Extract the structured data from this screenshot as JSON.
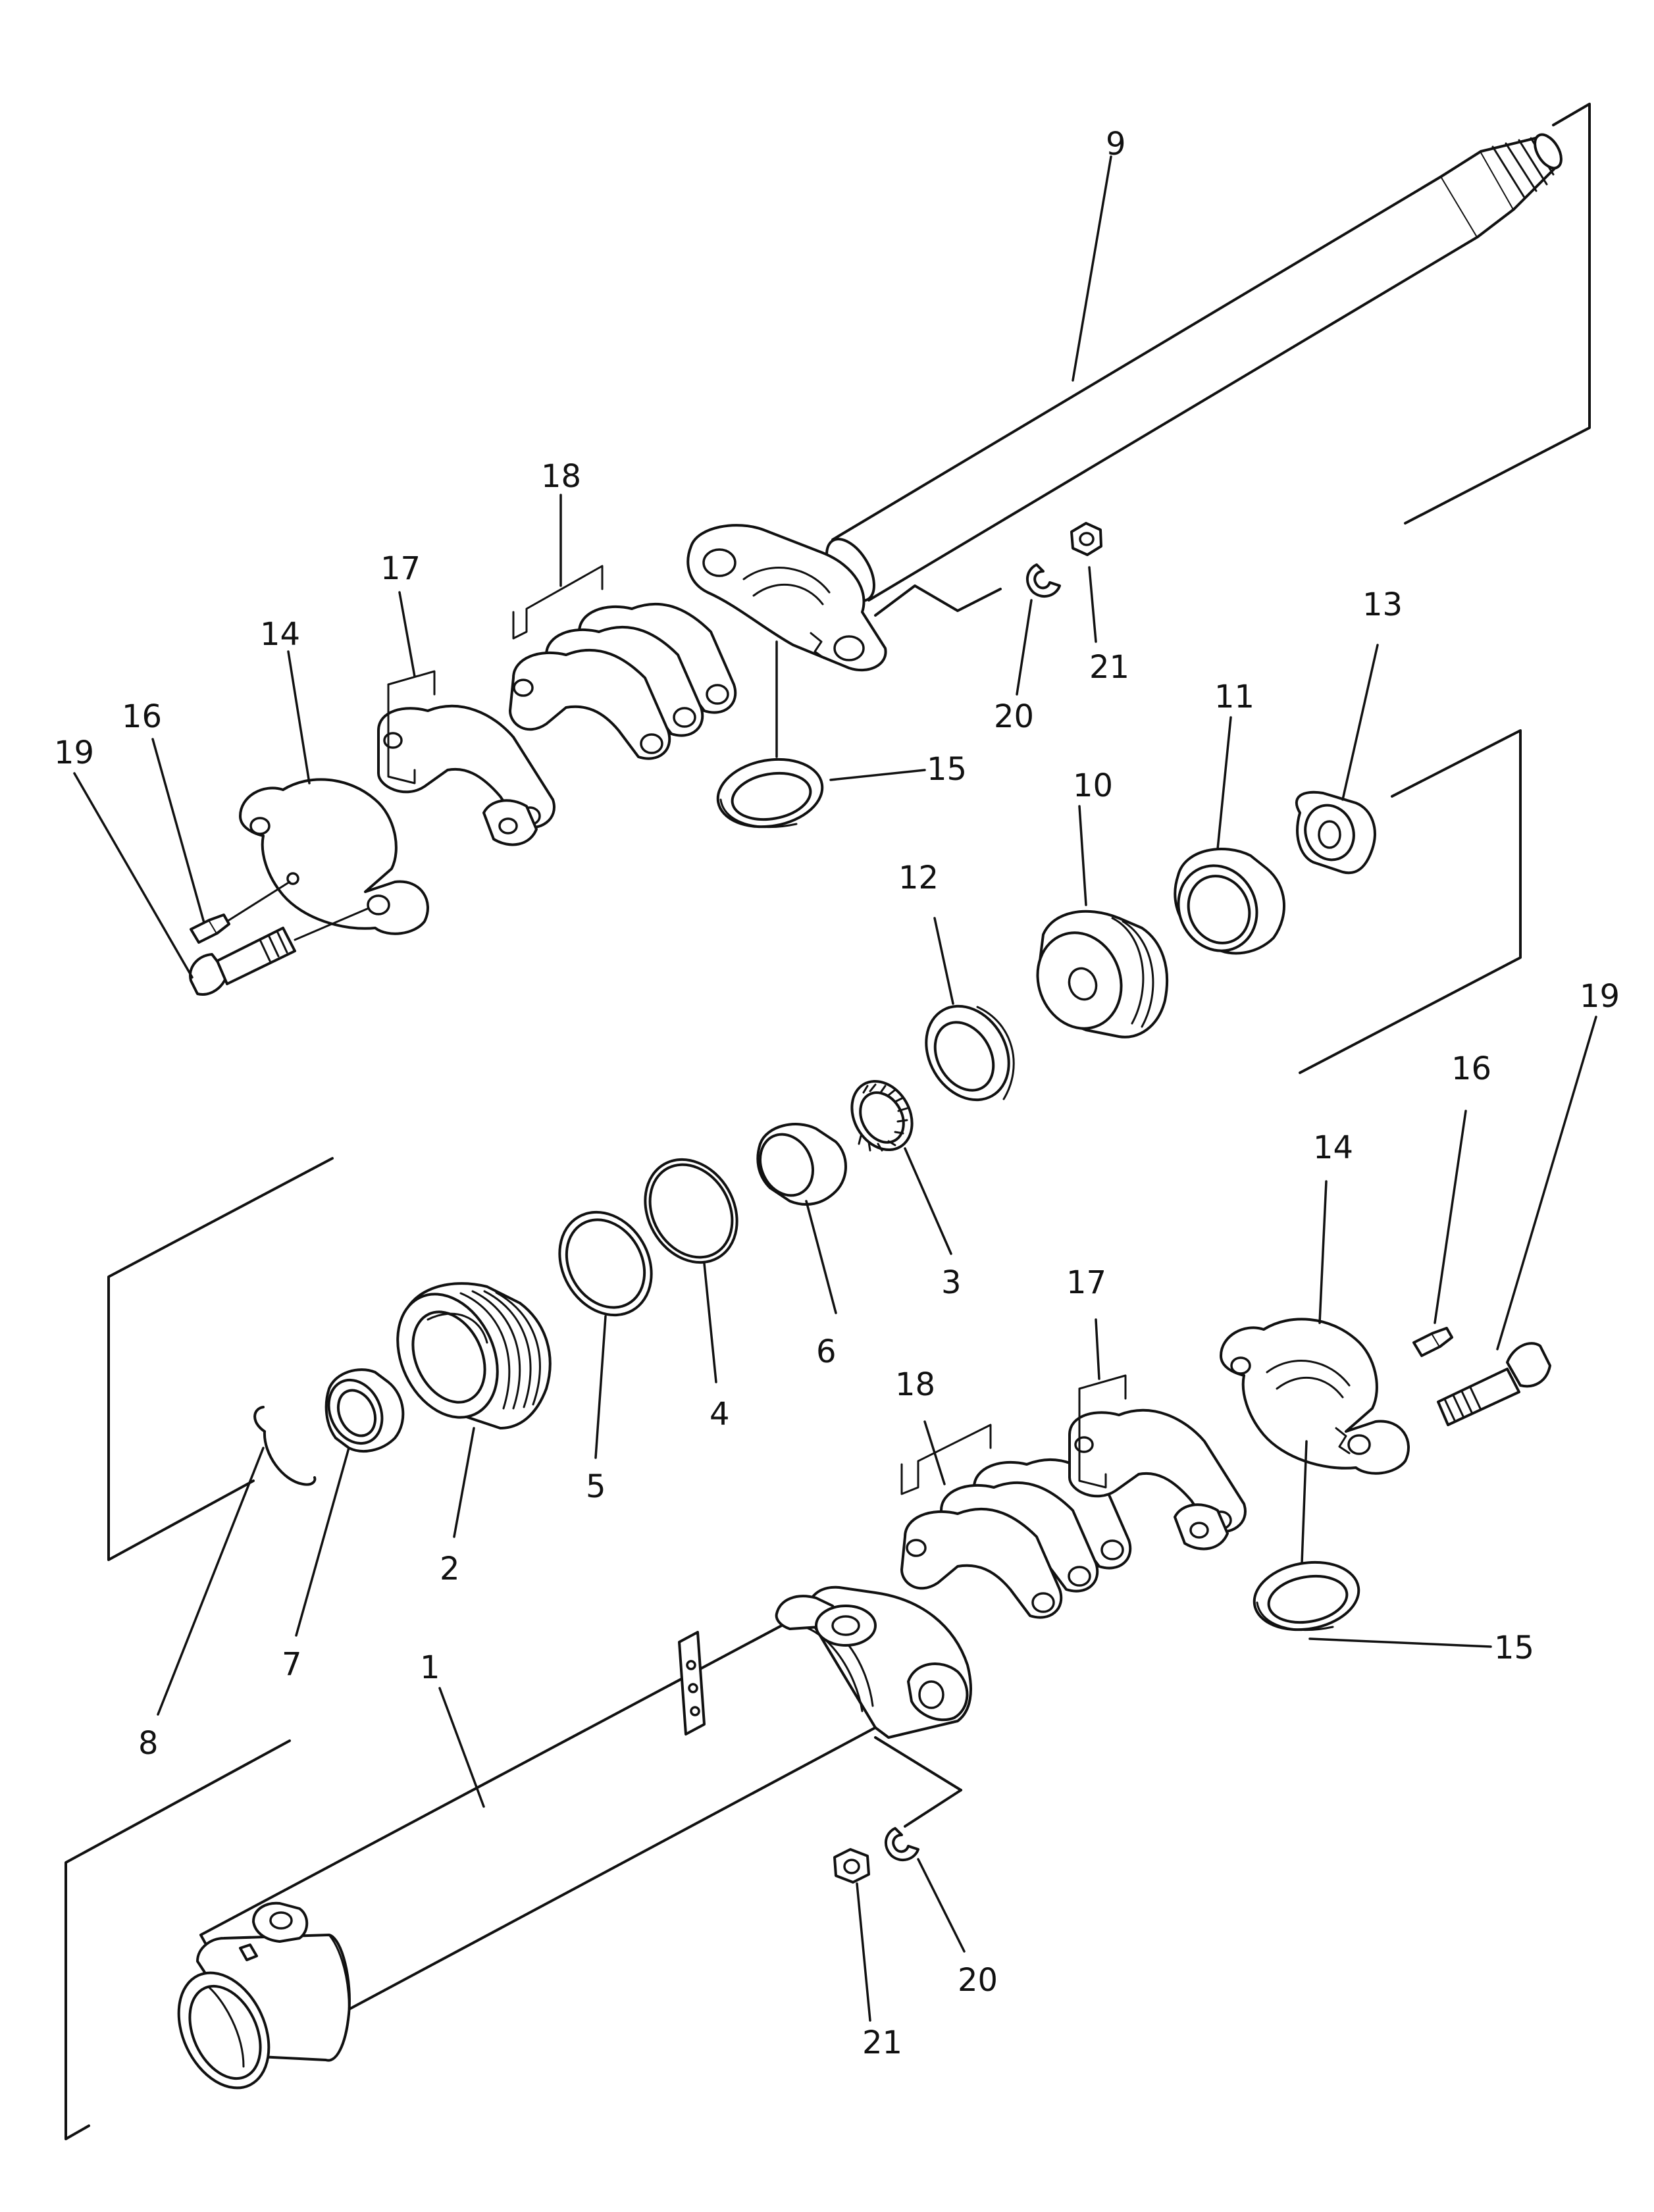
{
  "diagram": {
    "type": "exploded parts diagram",
    "part_labels": [
      "1",
      "2",
      "3",
      "4",
      "5",
      "6",
      "7",
      "8",
      "9",
      "10",
      "11",
      "12",
      "13",
      "14",
      "14",
      "15",
      "15",
      "16",
      "16",
      "17",
      "17",
      "18",
      "18",
      "19",
      "19",
      "20",
      "20",
      "21",
      "21"
    ]
  }
}
